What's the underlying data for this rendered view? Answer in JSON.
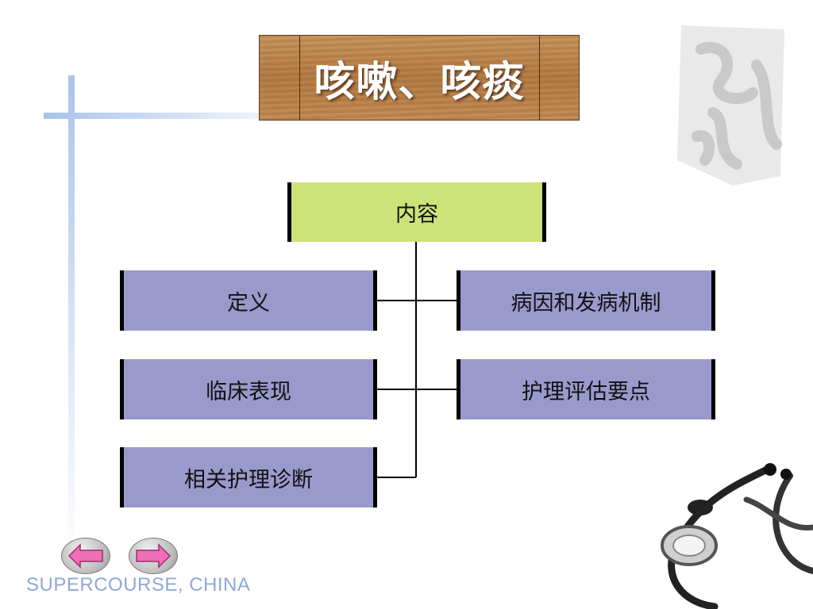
{
  "slide": {
    "title": "咳嗽、咳痰",
    "brand": "SUPERCOURSE, CHINA"
  },
  "diagram": {
    "root": "内容",
    "left": [
      "定义",
      "临床表现",
      "相关护理诊断"
    ],
    "right": [
      "病因和发病机制",
      "护理评估要点"
    ]
  },
  "colors": {
    "root_fill": "#cce37a",
    "child_fill": "#9999cc",
    "nav_arrow": "#f06fb8"
  },
  "icons": [
    "prev-arrow-icon",
    "next-arrow-icon",
    "calligraphy-watermark-icon",
    "stethoscope-icon"
  ]
}
